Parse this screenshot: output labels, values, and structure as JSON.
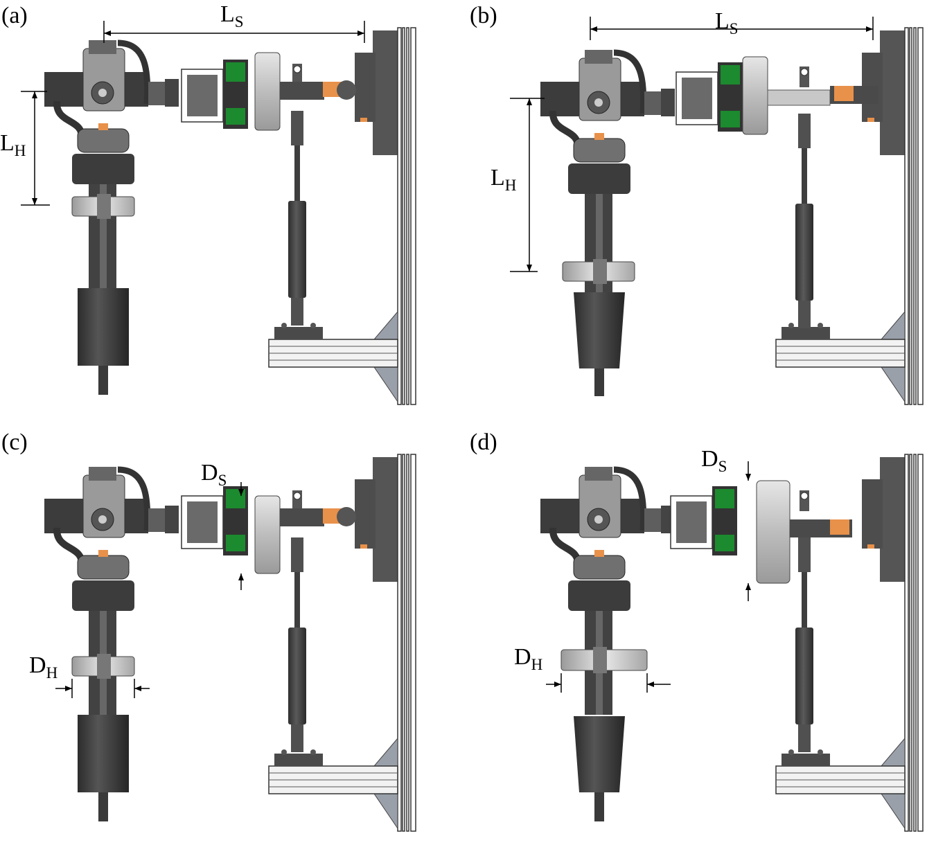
{
  "panels": [
    {
      "id": "a",
      "label": "(a)",
      "variant": "base"
    },
    {
      "id": "b",
      "label": "(b)",
      "variant": "lengths-extended"
    },
    {
      "id": "c",
      "label": "(c)",
      "variant": "base-diameters"
    },
    {
      "id": "d",
      "label": "(d)",
      "variant": "diameters-increased"
    }
  ],
  "dimensions": {
    "ls": {
      "main": "L",
      "sub": "S"
    },
    "lh": {
      "main": "L",
      "sub": "H"
    },
    "ds": {
      "main": "D",
      "sub": "S"
    },
    "dh": {
      "main": "D",
      "sub": "H"
    }
  },
  "colors": {
    "dark_metal": "#4a4a4a",
    "mid_metal": "#6b6b6b",
    "light_metal": "#c8c8c8",
    "frame": "#5c5c5c",
    "sensor_green": "#1c8a2e",
    "joint_orange": "#e8914a",
    "gusset": "#9aa0aa",
    "line": "#000000"
  }
}
